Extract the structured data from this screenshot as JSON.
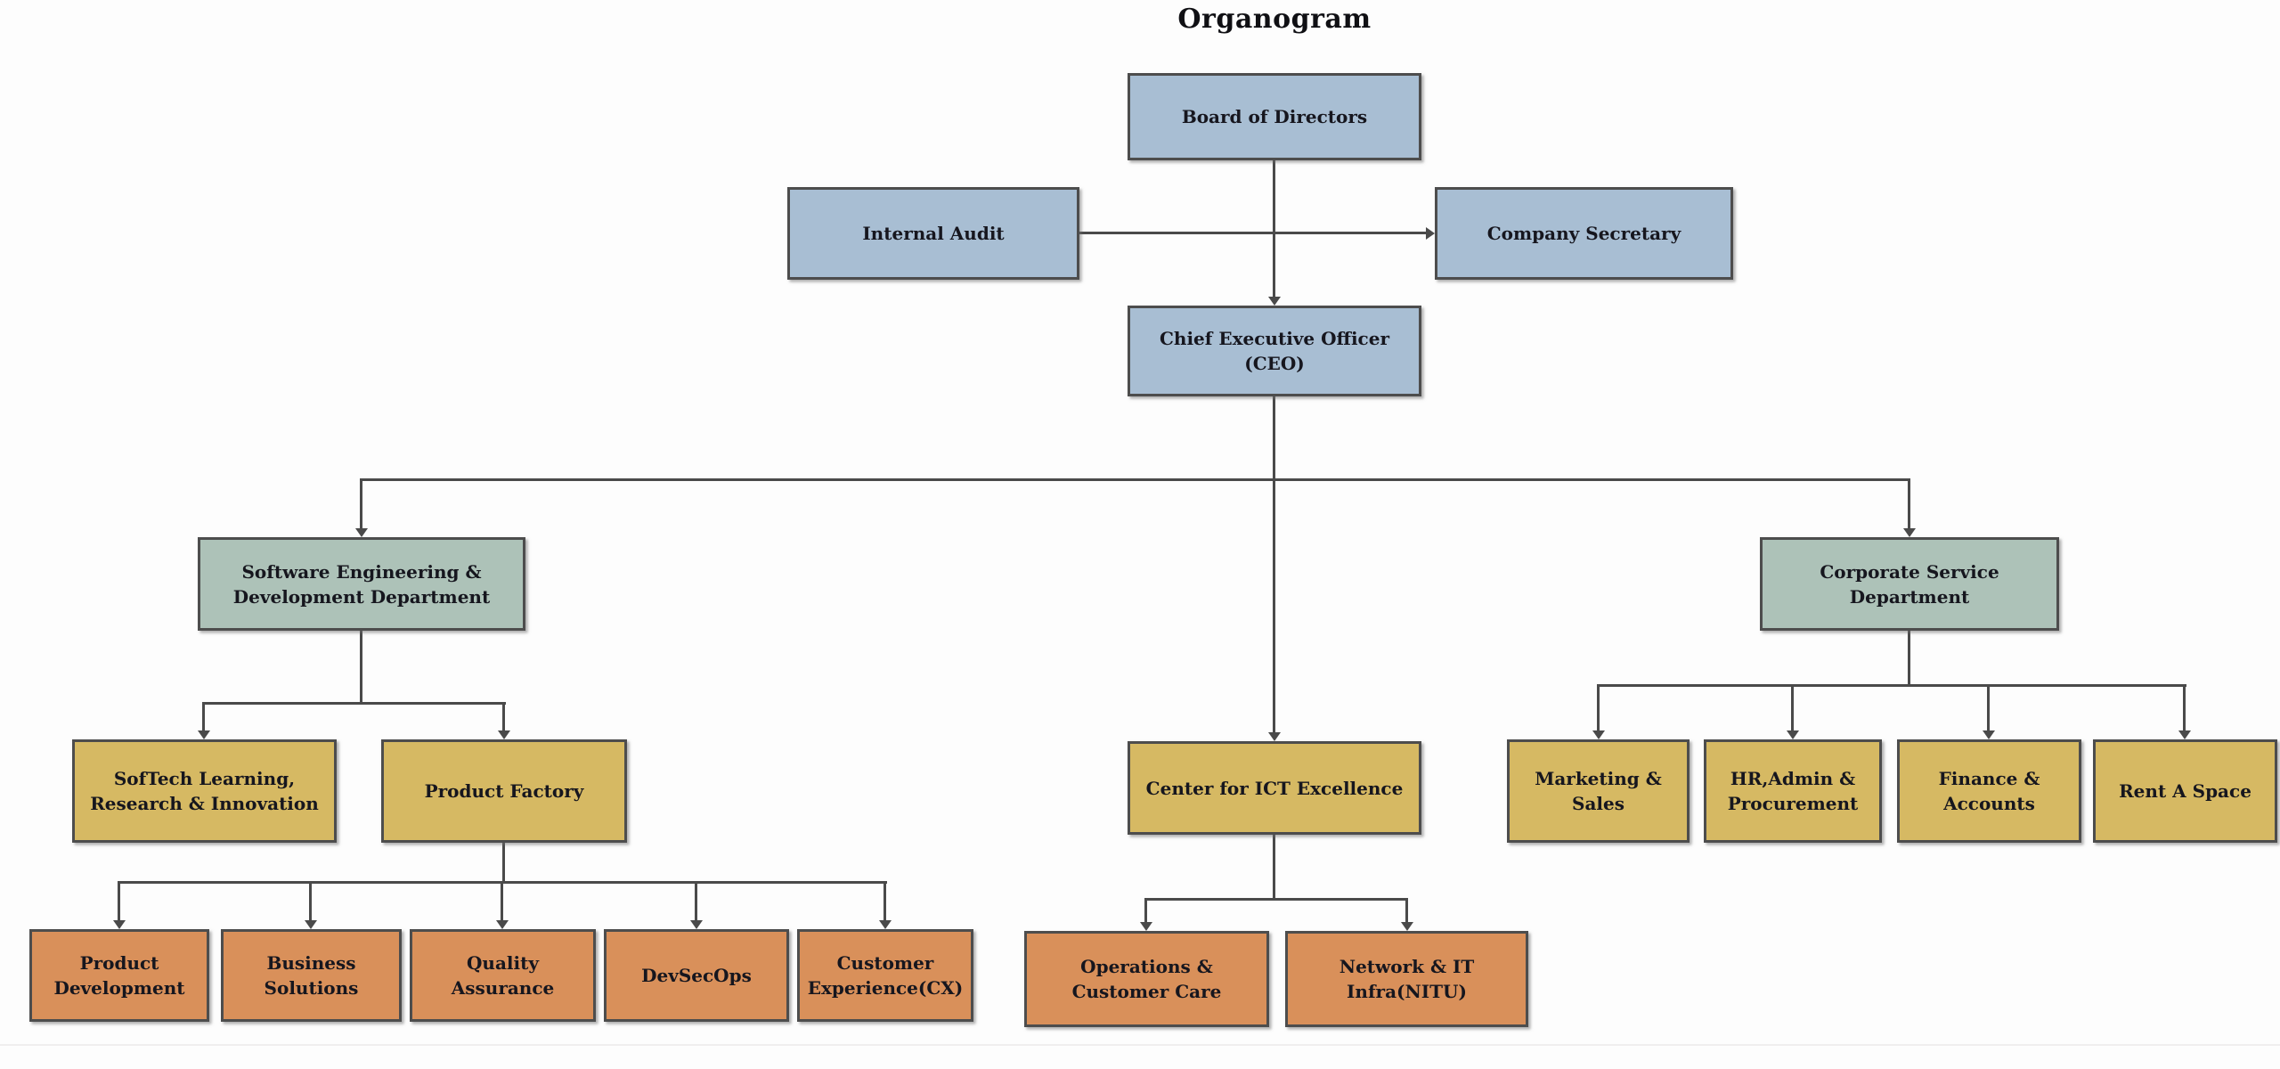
{
  "title": "Organogram",
  "colors": {
    "level1_blue": "#a8bed3",
    "level2_sage": "#adc2b8",
    "level3_gold": "#d6b963",
    "level4_orange": "#d9905a",
    "connector": "#4a4a4a",
    "border": "#4d4d4d",
    "text": "#16161e"
  },
  "nodes": {
    "board": {
      "label": "Board of Directors"
    },
    "internal_audit": {
      "label": "Internal Audit"
    },
    "company_secretary": {
      "label": "Company Secretary"
    },
    "ceo": {
      "label": "Chief Executive Officer\n(CEO)"
    },
    "software_engineering": {
      "label": "Software Engineering &\nDevelopment Department"
    },
    "corporate_service": {
      "label": "Corporate Service\nDepartment"
    },
    "softech": {
      "label": "SofTech Learning,\nResearch & Innovation"
    },
    "product_factory": {
      "label": "Product Factory"
    },
    "center_ict": {
      "label": "Center for ICT Excellence"
    },
    "marketing_sales": {
      "label": "Marketing &\nSales"
    },
    "hr_admin": {
      "label": "HR,Admin &\nProcurement"
    },
    "finance_accounts": {
      "label": "Finance &\nAccounts"
    },
    "rent_a_space": {
      "label": "Rent A Space"
    },
    "product_development": {
      "label": "Product\nDevelopment"
    },
    "business_solutions": {
      "label": "Business\nSolutions"
    },
    "quality_assurance": {
      "label": "Quality\nAssurance"
    },
    "devsecops": {
      "label": "DevSecOps"
    },
    "customer_experience": {
      "label": "Customer\nExperience(CX)"
    },
    "operations": {
      "label": "Operations &\nCustomer Care"
    },
    "network_it": {
      "label": "Network & IT\nInfra(NITU)"
    }
  },
  "structure": {
    "root": "board",
    "staff_between_board_and_ceo": [
      "internal_audit",
      "company_secretary"
    ],
    "ceo_children": [
      "software_engineering",
      "center_ict",
      "corporate_service"
    ],
    "software_engineering_children": [
      "softech",
      "product_factory"
    ],
    "product_factory_children": [
      "product_development",
      "business_solutions",
      "quality_assurance",
      "devsecops",
      "customer_experience"
    ],
    "center_ict_children": [
      "operations",
      "network_it"
    ],
    "corporate_service_children": [
      "marketing_sales",
      "hr_admin",
      "finance_accounts",
      "rent_a_space"
    ]
  }
}
